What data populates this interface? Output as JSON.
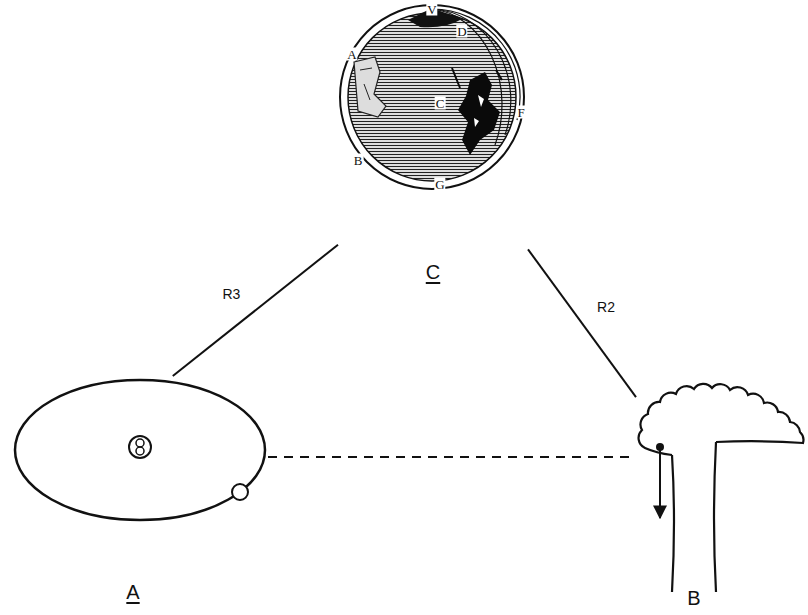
{
  "diagram": {
    "nodes": [
      {
        "text": [
          "C"
        ]
      },
      {
        "text": [
          "A"
        ]
      },
      {
        "text": [
          "B"
        ]
      }
    ],
    "edges": [
      {
        "from": 0,
        "to": 1,
        "label": "R3",
        "arrow": "none"
      },
      {
        "from": 0,
        "to": 2,
        "label": "R2",
        "arrow": "none"
      },
      {
        "from": 1,
        "to": 2,
        "arrow": "none"
      }
    ],
    "labels": [
      "V",
      "D",
      "A",
      "F",
      "C",
      "B",
      "G"
    ]
  }
}
